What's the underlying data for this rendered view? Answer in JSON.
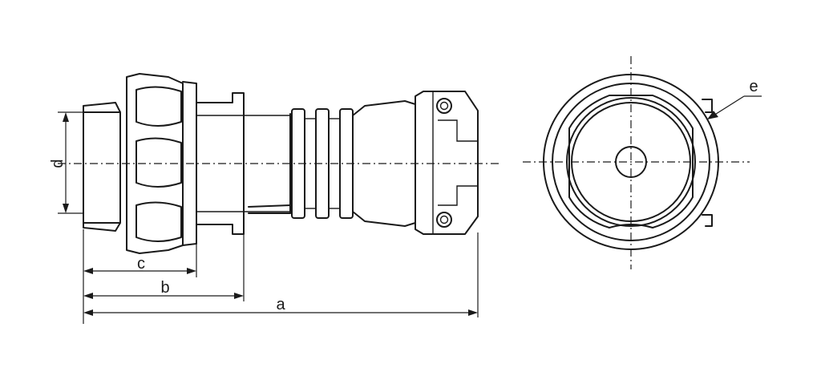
{
  "diagram": {
    "side_view": {
      "labels": {
        "a": "a",
        "b": "b",
        "c": "c",
        "d": "d"
      }
    },
    "front_view": {
      "labels": {
        "e": "e"
      }
    },
    "colors": {
      "line": "#1a1a1a",
      "background": "#ffffff"
    }
  }
}
